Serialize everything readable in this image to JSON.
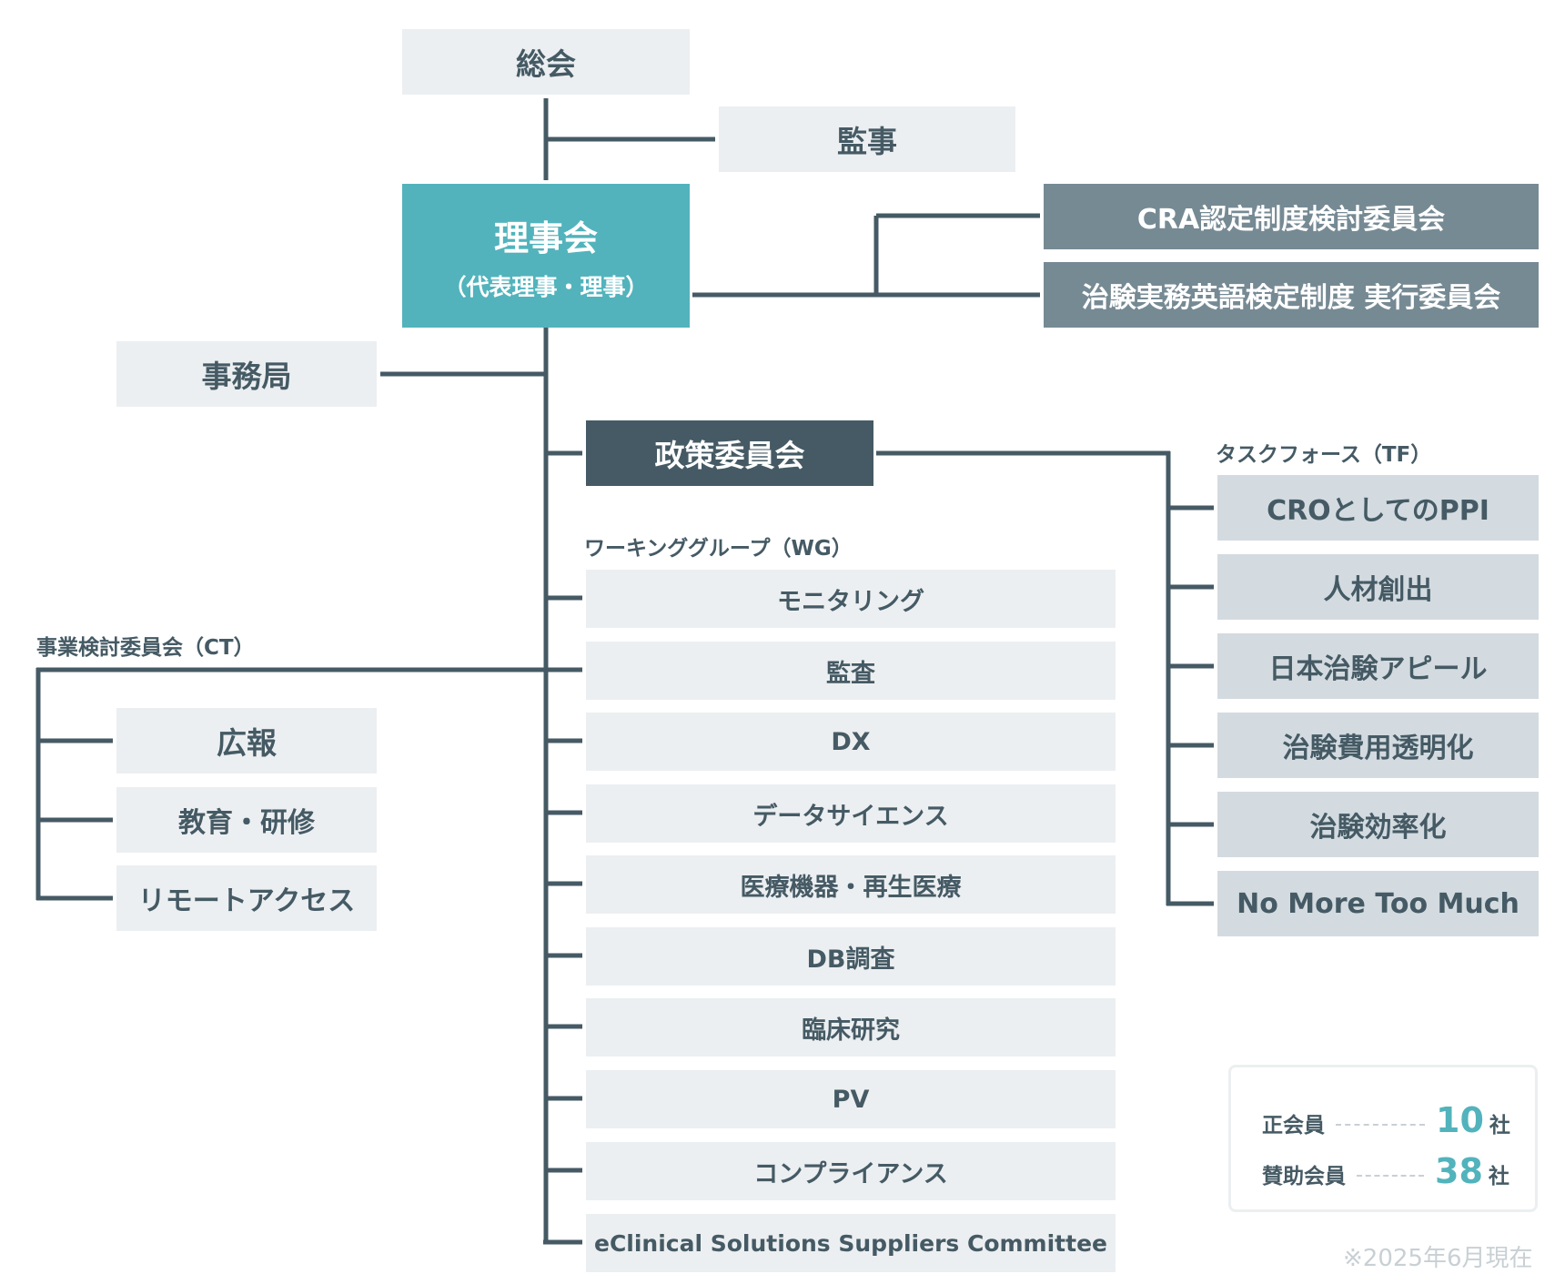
{
  "general_assembly": "総会",
  "auditor": "監事",
  "board": {
    "title": "理事会",
    "subtitle": "（代表理事・理事）"
  },
  "secretariat": "事務局",
  "board_committees": [
    "CRA認定制度検討委員会",
    "治験実務英語検定制度 実行委員会"
  ],
  "policy_committee": "政策委員会",
  "ct": {
    "label": "事業検討委員会（CT）",
    "items": [
      "広報",
      "教育・研修",
      "リモートアクセス"
    ]
  },
  "wg": {
    "label": "ワーキンググループ（WG）",
    "items": [
      "モニタリング",
      "監査",
      "DX",
      "データサイエンス",
      "医療機器・再生医療",
      "DB調査",
      "臨床研究",
      "PV",
      "コンプライアンス",
      "eClinical Solutions Suppliers Committee"
    ]
  },
  "tf": {
    "label": "タスクフォース（TF）",
    "items": [
      "CROとしてのPPI",
      "人材創出",
      "日本治験アピール",
      "治験費用透明化",
      "治験効率化",
      "No More Too Much"
    ]
  },
  "legend": {
    "regular": {
      "label": "正会員",
      "count": "10",
      "unit": "社"
    },
    "supporting": {
      "label": "賛助会員",
      "count": "38",
      "unit": "社"
    }
  },
  "note": "※2025年6月現在",
  "colors": {
    "line": "#455a64",
    "teal": "#52b3bc",
    "light": "#eceff1",
    "tf": "#d3dbe0",
    "slate": "#768a94",
    "dark": "#455a64"
  }
}
